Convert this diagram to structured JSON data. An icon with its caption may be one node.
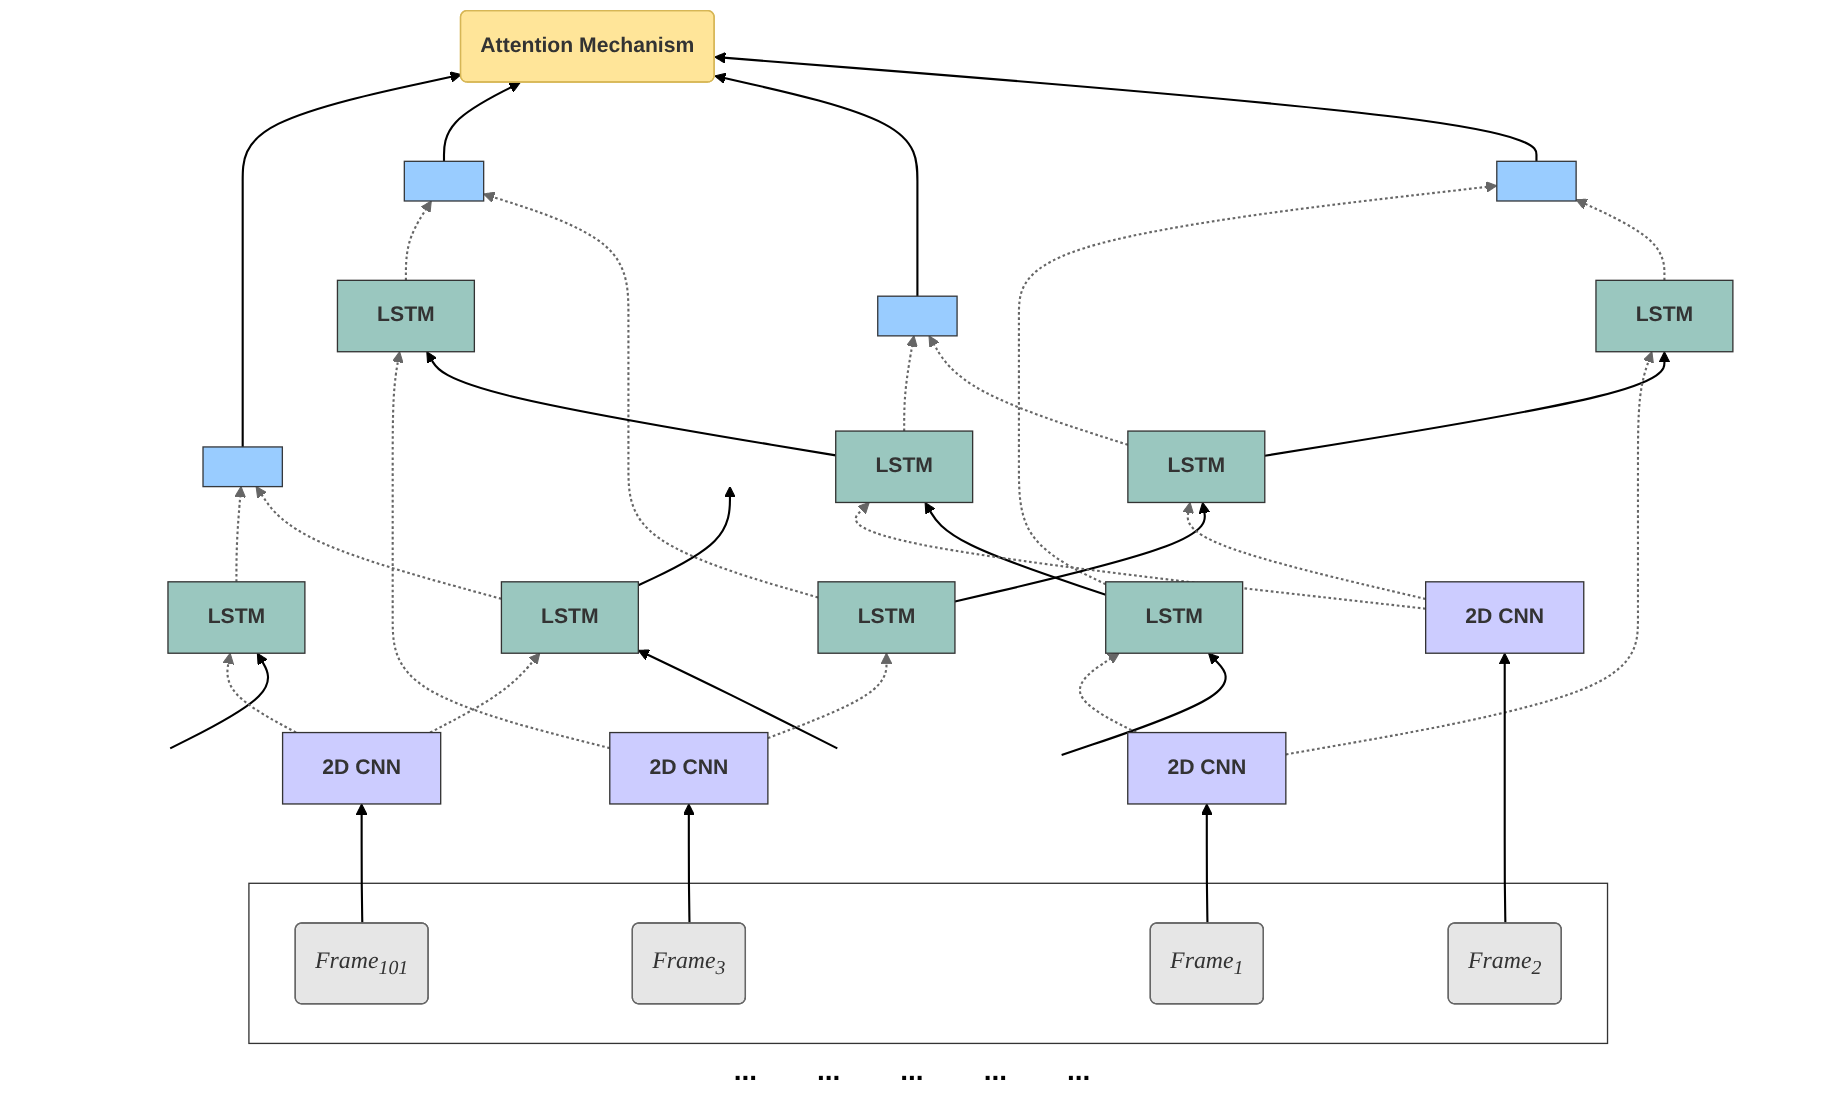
{
  "diagram": {
    "nodes": [
      {
        "text": [
          "Attention Mechanism"
        ]
      },
      {
        "text": [],
        "shape": "box"
      },
      {
        "text": [],
        "shape": "box"
      },
      {
        "text": [],
        "shape": "box"
      },
      {
        "text": [],
        "shape": "box"
      },
      {
        "text": [
          "LSTM"
        ]
      },
      {
        "text": [
          "LSTM"
        ]
      },
      {
        "text": [
          "LSTM"
        ]
      },
      {
        "text": [
          "LSTM"
        ]
      },
      {
        "text": [
          "LSTM"
        ]
      },
      {
        "text": [
          "LSTM"
        ]
      },
      {
        "text": [
          "LSTM"
        ]
      },
      {
        "text": [
          "LSTM"
        ]
      },
      {
        "text": [
          "2D CNN"
        ]
      },
      {
        "text": [
          "2D CNN"
        ]
      },
      {
        "text": [
          "2D CNN"
        ]
      },
      {
        "text": [
          "2D CNN"
        ]
      },
      {
        "text": [],
        "shape": "box"
      },
      {
        "text": [
          "Frame$_{1}$"
        ],
        "in": 17
      },
      {
        "text": [
          "Frame$_{2}$"
        ],
        "in": 17
      },
      {
        "text": [
          "Frame$_{3}$"
        ],
        "in": 17
      },
      {
        "text": [
          "Frame$_{101}$"
        ],
        "in": 17
      }
    ],
    "edges": [
      {
        "from": 1,
        "to": 0,
        "arrow": "to"
      },
      {
        "from": 2,
        "to": 0,
        "arrow": "to"
      },
      {
        "from": 3,
        "to": 0,
        "arrow": "to"
      },
      {
        "from": 4,
        "to": 0,
        "arrow": "to"
      },
      {
        "from": 5,
        "to": 1,
        "arrow": "to",
        "style": "dashed",
        "color": "#666666"
      },
      {
        "from": 9,
        "to": 1,
        "arrow": "to",
        "style": "dashed",
        "color": "#666666"
      },
      {
        "from": 6,
        "to": 2,
        "arrow": "to",
        "style": "dashed",
        "color": "#666666"
      },
      {
        "from": 10,
        "to": 2,
        "arrow": "to",
        "style": "dashed",
        "color": "#666666"
      },
      {
        "from": 7,
        "to": 3,
        "arrow": "to",
        "style": "dashed",
        "color": "#666666"
      },
      {
        "from": 11,
        "to": 3,
        "arrow": "to",
        "style": "dashed",
        "color": "#666666"
      },
      {
        "from": 8,
        "to": 4,
        "arrow": "to",
        "style": "dashed",
        "color": "#666666"
      },
      {
        "from": 12,
        "to": 4,
        "arrow": "to",
        "style": "dashed",
        "color": "#666666"
      },
      {
        "from": 6,
        "to": 5,
        "arrow": "to"
      },
      {
        "from": 7,
        "to": 6,
        "arrow": "to"
      },
      {
        "from": 8,
        "to": null,
        "arrow": "to"
      },
      {
        "from": null,
        "to": 8,
        "arrow": "to"
      },
      {
        "from": null,
        "to": 9,
        "arrow": "to"
      },
      {
        "from": 9,
        "to": 10,
        "arrow": "to"
      },
      {
        "from": 10,
        "to": 11,
        "arrow": "to"
      },
      {
        "from": null,
        "to": 12,
        "arrow": "to"
      },
      {
        "from": 13,
        "to": 5,
        "arrow": "to",
        "style": "dashed",
        "color": "#666666"
      },
      {
        "from": 13,
        "to": 9,
        "arrow": "to",
        "style": "dashed",
        "color": "#666666"
      },
      {
        "from": 14,
        "to": 6,
        "arrow": "to",
        "style": "dashed",
        "color": "#666666"
      },
      {
        "from": 14,
        "to": 10,
        "arrow": "to",
        "style": "dashed",
        "color": "#666666"
      },
      {
        "from": 15,
        "to": 7,
        "arrow": "to",
        "style": "dashed",
        "color": "#666666"
      },
      {
        "from": 15,
        "to": 11,
        "arrow": "to",
        "style": "dashed",
        "color": "#666666"
      },
      {
        "from": 16,
        "to": 8,
        "arrow": "to",
        "style": "dashed",
        "color": "#666666"
      },
      {
        "from": 16,
        "to": 12,
        "arrow": "to",
        "style": "dashed",
        "color": "#666666"
      },
      {
        "from": 18,
        "to": 13,
        "arrow": "to"
      },
      {
        "from": 19,
        "to": 14,
        "arrow": "to"
      },
      {
        "from": 20,
        "to": 15,
        "arrow": "to"
      },
      {
        "from": 21,
        "to": 16,
        "arrow": "to"
      }
    ],
    "labels": [
      "...",
      "...",
      "...",
      "...",
      "..."
    ]
  }
}
